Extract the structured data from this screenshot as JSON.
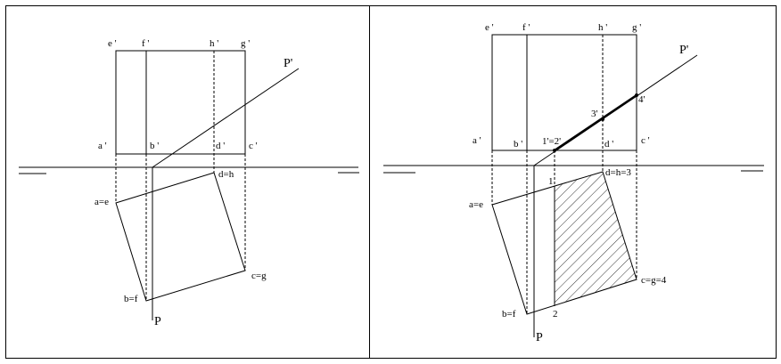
{
  "left_panel": {
    "labels": {
      "e1": "e '",
      "f1": "f '",
      "h1": "h '",
      "g1": "g '",
      "a1": "a '",
      "b1": "b '",
      "d1": "d '",
      "c1": "c '",
      "P1": "P'",
      "P": "P",
      "ae": "a=e",
      "dh": "d=h",
      "cg": "c=g",
      "bf": "b=f"
    }
  },
  "right_panel": {
    "labels": {
      "e1": "e '",
      "f1": "f '",
      "h1": "h '",
      "g1": "g '",
      "a1": "a '",
      "b1": "b '",
      "p12": "1'=2'",
      "d1": "d '",
      "c1": "c '",
      "p3": "3'",
      "p4": "4'",
      "P1": "P'",
      "P": "P",
      "ae": "a=e",
      "p1": "1",
      "dh3": "d=h=3",
      "cg4": "c=g=4",
      "bf": "b=f",
      "p2": "2"
    }
  }
}
